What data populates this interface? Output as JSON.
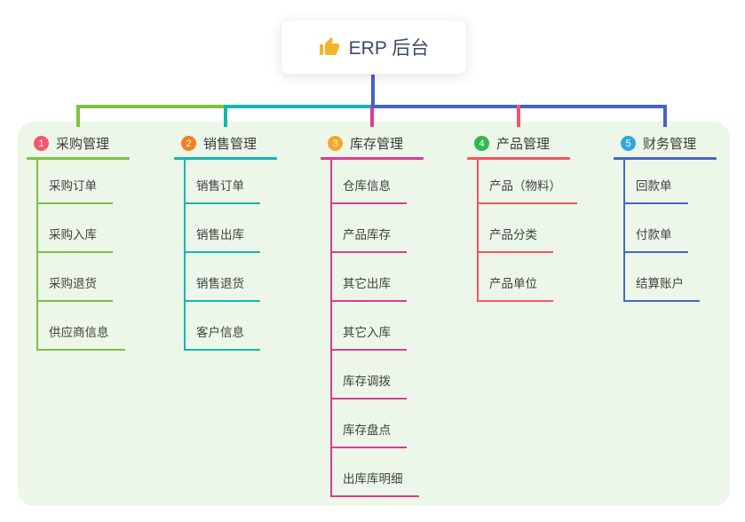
{
  "root": {
    "label": "ERP 后台",
    "icon": "thumbs-up",
    "icon_color": "#f3b42c",
    "line_color": "#4a5ed2"
  },
  "panel": {
    "background": "#ecf7e9"
  },
  "branches": [
    {
      "number": "1",
      "title": "采购管理",
      "badge_color": "#f2586a",
      "line_color": "#7dc142",
      "children": [
        "采购订单",
        "采购入库",
        "采购退货",
        "供应商信息"
      ]
    },
    {
      "number": "2",
      "title": "销售管理",
      "badge_color": "#f5801f",
      "line_color": "#12b7ae",
      "children": [
        "销售订单",
        "销售出库",
        "销售退货",
        "客户信息"
      ]
    },
    {
      "number": "3",
      "title": "库存管理",
      "badge_color": "#f7a624",
      "line_color": "#dd3b92",
      "children": [
        "仓库信息",
        "产品库存",
        "其它出库",
        "其它入库",
        "库存调拨",
        "库存盘点",
        "出库库明细"
      ]
    },
    {
      "number": "4",
      "title": "产品管理",
      "badge_color": "#31b94d",
      "line_color": "#f8535e",
      "children": [
        "产品（物料）",
        "产品分类",
        "产品单位"
      ]
    },
    {
      "number": "5",
      "title": "财务管理",
      "badge_color": "#2fa8dd",
      "line_color": "#4663cd",
      "children": [
        "回款单",
        "付款单",
        "结算账户"
      ]
    }
  ]
}
